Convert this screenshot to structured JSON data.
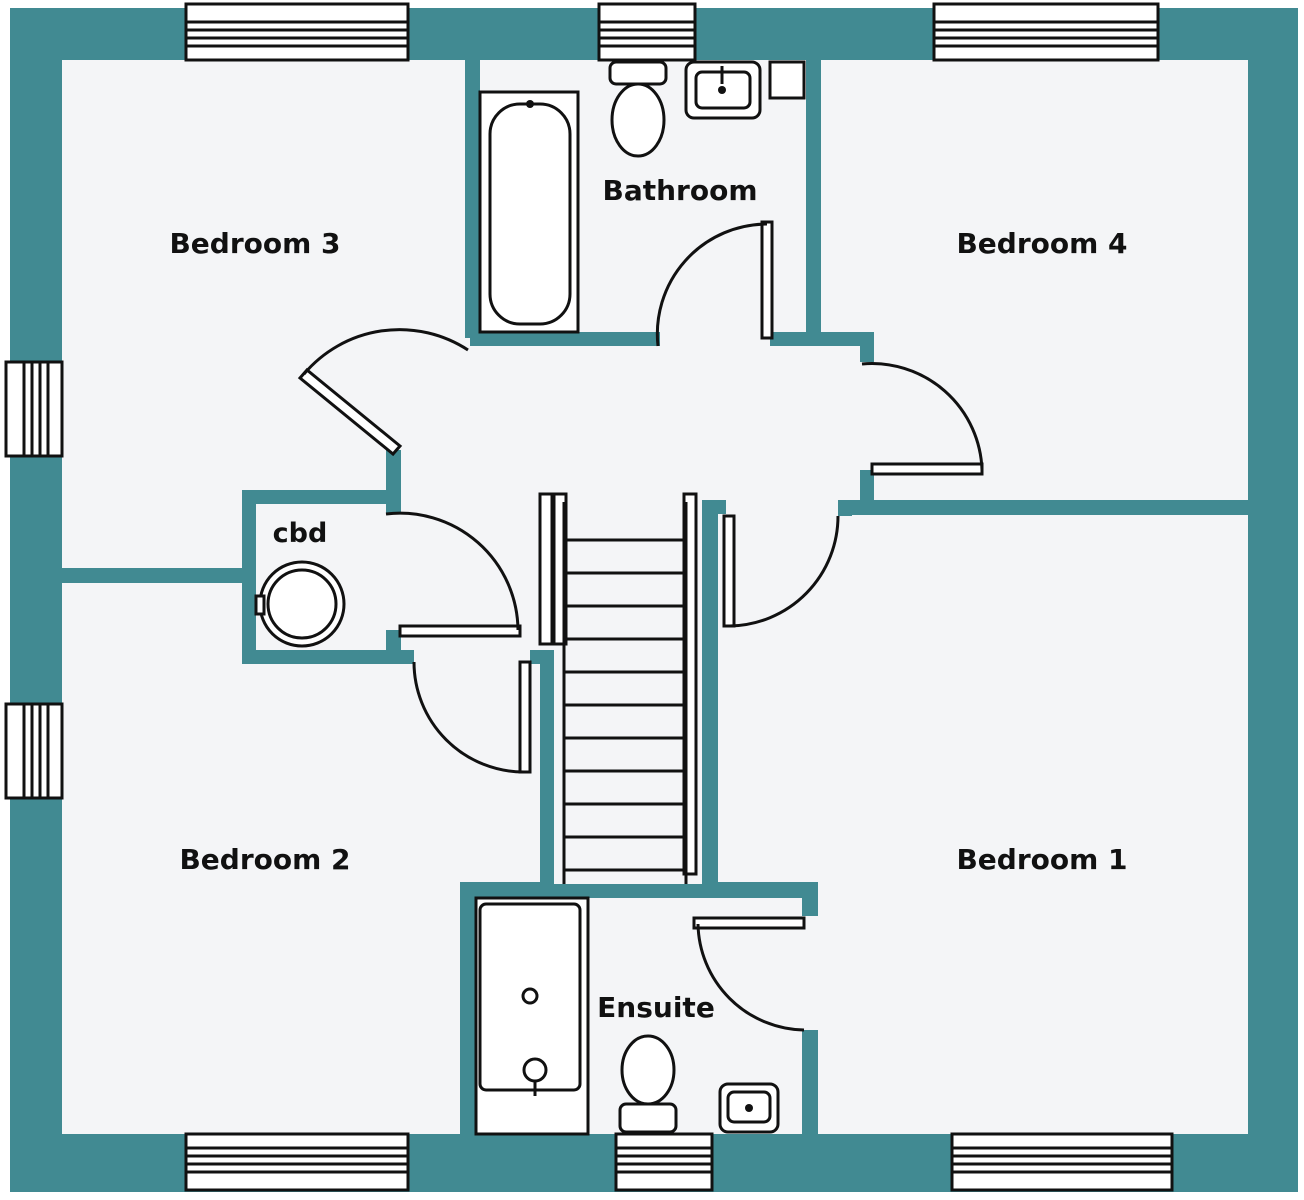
{
  "colors": {
    "wall": "#418a92",
    "floor": "#f4f5f7",
    "line": "#111111",
    "fixture": "#ffffff"
  },
  "rooms": {
    "bedroom_3": "Bedroom 3",
    "bathroom": "Bathroom",
    "bedroom_4": "Bedroom 4",
    "cbd": "cbd",
    "bedroom_2": "Bedroom 2",
    "bedroom_1": "Bedroom 1",
    "ensuite": "Ensuite"
  }
}
